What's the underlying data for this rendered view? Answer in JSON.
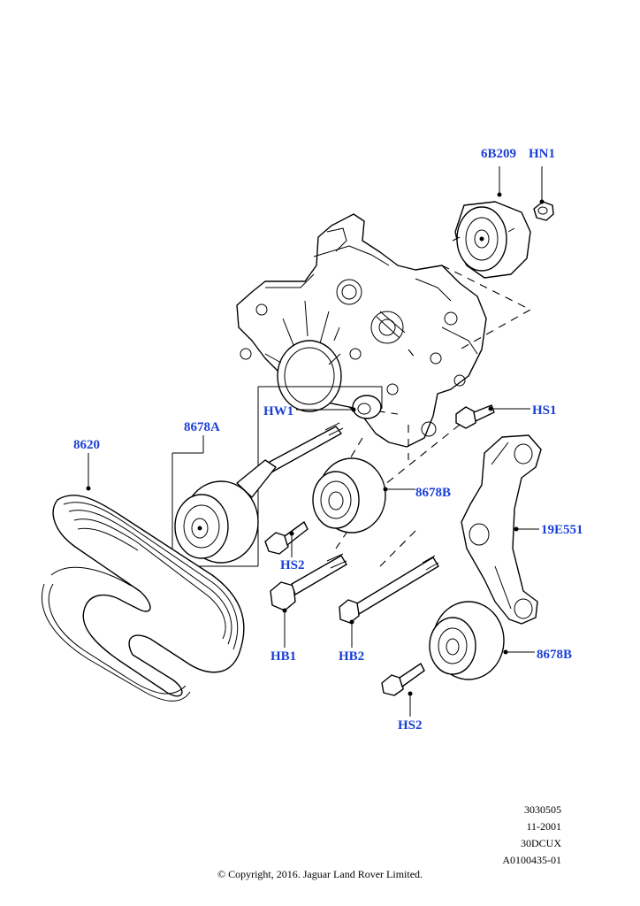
{
  "labels": {
    "tensioner": "6B209",
    "tensioner_nut": "HN1",
    "washer": "HW1",
    "pulley_assy_upper": "8678A",
    "drive_belt": "8620",
    "bolt_top_right": "HS1",
    "idler_pulley_middle": "8678B",
    "bracket": "19E551",
    "screw_left": "HS2",
    "bolt_1": "HB1",
    "bolt_2": "HB2",
    "idler_pulley_lower": "8678B",
    "screw_bottom": "HS2"
  },
  "reference": {
    "line1": "3030505",
    "line2": "11-2001",
    "line3": "30DCUX",
    "line4": "A0100435-01"
  },
  "copyright": "© Copyright, 2016. Jaguar Land Rover Limited."
}
